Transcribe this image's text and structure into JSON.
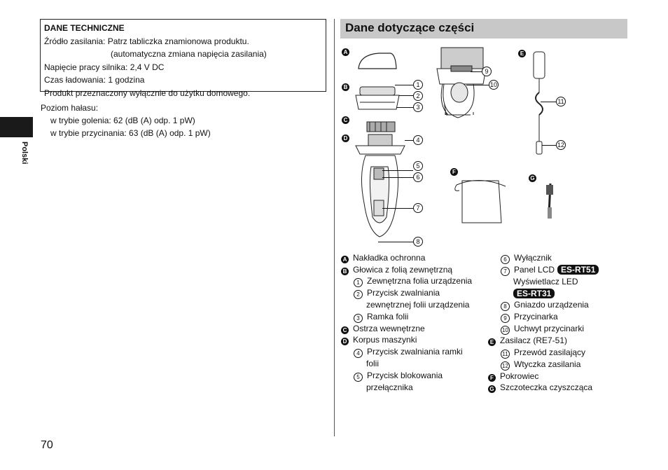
{
  "spec": {
    "title": "DANE TECHNICZNE",
    "lines": [
      "Źródło zasilania: Patrz tabliczka znamionowa produktu.",
      "(automatyczna zmiana napięcia zasilania)",
      "Napięcie pracy silnika: 2,4 V DC",
      "Czas ładowania: 1 godzina",
      "Produkt przeznaczony wyłącznie do użytku domowego."
    ]
  },
  "noise": {
    "label": "Poziom hałasu:",
    "items": [
      "w trybie golenia: 62 (dB (A) odp. 1 pW)",
      "w trybie przycinania: 63 (dB (A) odp. 1 pW)"
    ]
  },
  "side_label": "Polski",
  "page_number": "70",
  "section_title": "Dane dotyczące części",
  "figure": {
    "letters": [
      "A",
      "B",
      "C",
      "D",
      "E",
      "F",
      "G"
    ],
    "numbers": [
      "1",
      "2",
      "3",
      "4",
      "5",
      "6",
      "7",
      "8",
      "9",
      "10",
      "11",
      "12"
    ]
  },
  "parts_left": [
    {
      "badge": "A",
      "text": "Nakładka ochronna",
      "level": 0
    },
    {
      "badge": "B",
      "text": "Głowica z folią zewnętrzną",
      "level": 0
    },
    {
      "num": "1",
      "text": "Zewnętrzna folia urządzenia",
      "level": 1
    },
    {
      "num": "2",
      "text": "Przycisk zwalniania",
      "level": 1
    },
    {
      "text": "zewnętrznej folii urządzenia",
      "level": 2
    },
    {
      "num": "3",
      "text": "Ramka folii",
      "level": 1
    },
    {
      "badge": "C",
      "text": "Ostrza wewnętrzne",
      "level": 0
    },
    {
      "badge": "D",
      "text": "Korpus maszynki",
      "level": 0
    },
    {
      "num": "4",
      "text": "Przycisk zwalniania ramki",
      "level": 1
    },
    {
      "text": "folii",
      "level": 2
    },
    {
      "num": "5",
      "text": "Przycisk blokowania",
      "level": 1
    },
    {
      "text": "przełącznika",
      "level": 2
    }
  ],
  "parts_right": [
    {
      "num": "6",
      "text": "Wyłącznik",
      "level": 1
    },
    {
      "num": "7",
      "text": "Panel LCD",
      "model": "ES-RT51",
      "level": 1
    },
    {
      "text": "Wyświetlacz LED",
      "level": 2
    },
    {
      "text": "",
      "model": "ES-RT31",
      "level": 2
    },
    {
      "num": "8",
      "text": "Gniazdo urządzenia",
      "level": 1
    },
    {
      "num": "9",
      "text": "Przycinarka",
      "level": 1
    },
    {
      "num": "10",
      "text": "Uchwyt przycinarki",
      "level": 1
    },
    {
      "badge": "E",
      "text": "Zasilacz (RE7-51)",
      "level": 0
    },
    {
      "num": "11",
      "text": "Przewód zasilający",
      "level": 1
    },
    {
      "num": "12",
      "text": "Wtyczka zasilania",
      "level": 1
    },
    {
      "badge": "F",
      "text": "Pokrowiec",
      "level": 0
    },
    {
      "badge": "G",
      "text": "Szczoteczka czyszcząca",
      "level": 0
    }
  ]
}
